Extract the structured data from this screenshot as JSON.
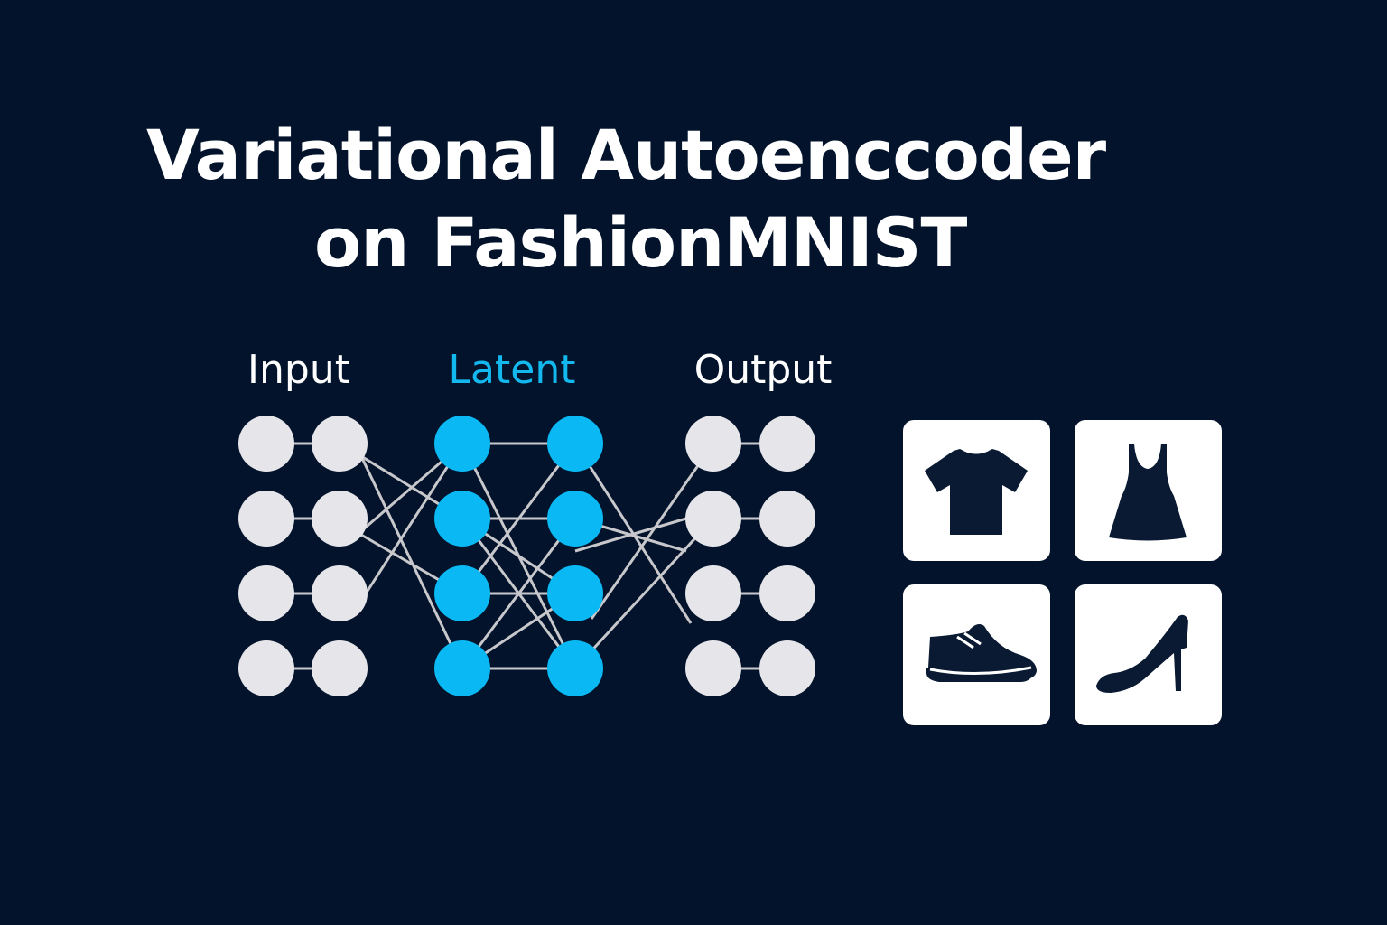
{
  "title": {
    "line1": "Variational Autoenccoder",
    "line2": "on FashionMNIST"
  },
  "layers": {
    "input": "Input",
    "latent": "Latent",
    "output": "Output"
  },
  "colors": {
    "background": "#02132b",
    "node_gray": "#e6e6ea",
    "node_latent": "#0ab8f3",
    "edge": "#c8c8cc",
    "icon_fill": "#0a1a33"
  },
  "icons": [
    "t-shirt-icon",
    "dress-icon",
    "sneaker-icon",
    "high-heel-icon"
  ]
}
